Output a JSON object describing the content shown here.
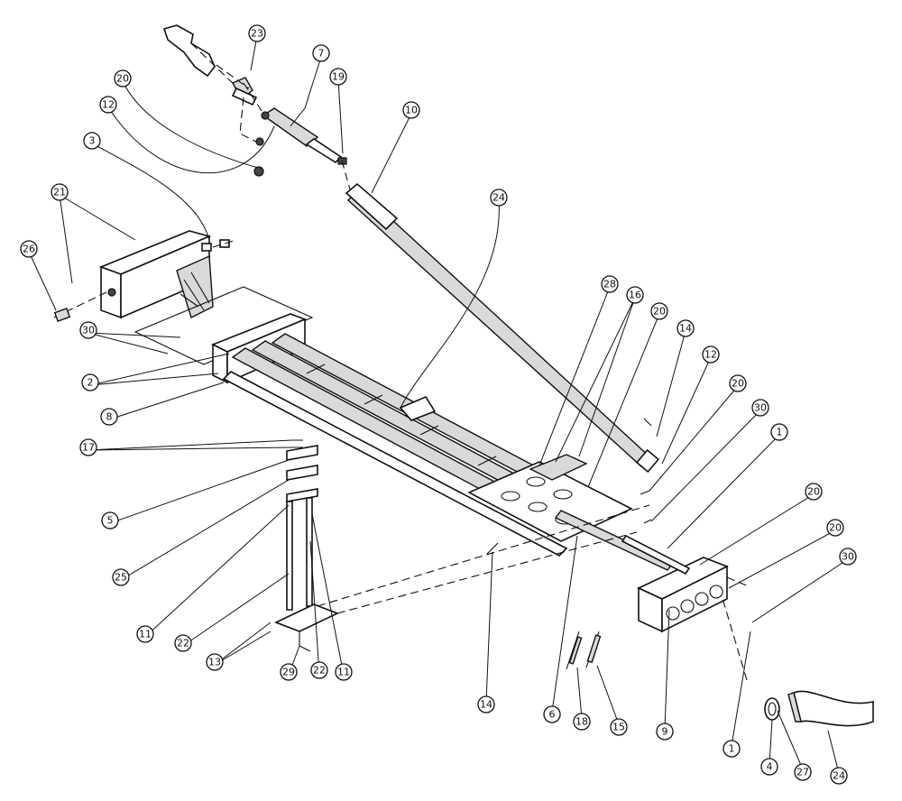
{
  "callouts": [
    {
      "label": "23"
    },
    {
      "label": "7"
    },
    {
      "label": "19"
    },
    {
      "label": "10"
    },
    {
      "label": "20"
    },
    {
      "label": "12"
    },
    {
      "label": "3"
    },
    {
      "label": "24"
    },
    {
      "label": "21"
    },
    {
      "label": "26"
    },
    {
      "label": "30"
    },
    {
      "label": "2"
    },
    {
      "label": "8"
    },
    {
      "label": "17"
    },
    {
      "label": "5"
    },
    {
      "label": "25"
    },
    {
      "label": "11"
    },
    {
      "label": "22"
    },
    {
      "label": "13"
    },
    {
      "label": "29"
    },
    {
      "label": "22"
    },
    {
      "label": "11"
    },
    {
      "label": "28"
    },
    {
      "label": "16"
    },
    {
      "label": "20"
    },
    {
      "label": "14"
    },
    {
      "label": "12"
    },
    {
      "label": "20"
    },
    {
      "label": "30"
    },
    {
      "label": "1"
    },
    {
      "label": "20"
    },
    {
      "label": "20"
    },
    {
      "label": "30"
    },
    {
      "label": "14"
    },
    {
      "label": "6"
    },
    {
      "label": "18"
    },
    {
      "label": "15"
    },
    {
      "label": "9"
    },
    {
      "label": "1"
    },
    {
      "label": "4"
    },
    {
      "label": "27"
    },
    {
      "label": "24"
    }
  ]
}
